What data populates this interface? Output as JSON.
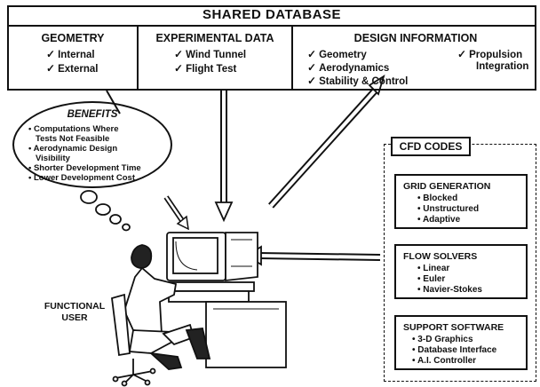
{
  "database": {
    "title": "SHARED DATABASE",
    "geometry": {
      "header": "GEOMETRY",
      "items": [
        "Internal",
        "External"
      ]
    },
    "experimental": {
      "header": "EXPERIMENTAL DATA",
      "items": [
        "Wind Tunnel",
        "Flight Test"
      ]
    },
    "design": {
      "header": "DESIGN INFORMATION",
      "items": [
        "Geometry",
        "Aerodynamics",
        "Stability & Control",
        "Propulsion",
        "Integration"
      ]
    },
    "check_glyph": "✓"
  },
  "benefits": {
    "title": "BENEFITS",
    "bullet": "•",
    "items": [
      "Computations Where",
      "Tests Not Feasible",
      "Aerodynamic Design",
      "Visibility",
      "Shorter Development Time",
      "Lower Development Cost"
    ]
  },
  "user": {
    "line1": "FUNCTIONAL",
    "line2": "USER"
  },
  "cfd": {
    "title": "CFD CODES",
    "grid": {
      "header": "GRID GENERATION",
      "items": [
        "Blocked",
        "Unstructured",
        "Adaptive"
      ]
    },
    "flow": {
      "header": "FLOW SOLVERS",
      "items": [
        "Linear",
        "Euler",
        "Navier-Stokes"
      ]
    },
    "support": {
      "header": "SUPPORT SOFTWARE",
      "items": [
        "3-D Graphics",
        "Database Interface",
        "A.I. Controller"
      ]
    }
  }
}
